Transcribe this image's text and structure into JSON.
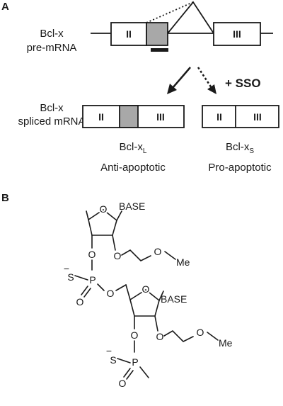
{
  "panel_a": {
    "label": "A",
    "pre_mrna_label_line1": "Bcl-x",
    "pre_mrna_label_line2": "pre-mRNA",
    "spliced_label_line1": "Bcl-x",
    "spliced_label_line2": "spliced mRNA",
    "exon_2": "II",
    "exon_3": "III",
    "sso_label": "+ SSO",
    "isoform_long": {
      "name": "Bcl-x",
      "subscript": "L",
      "function": "Anti-apoptotic"
    },
    "isoform_short": {
      "name": "Bcl-x",
      "subscript": "S",
      "function": "Pro-apoptotic"
    }
  },
  "panel_b": {
    "label": "B",
    "base_top": "BASE",
    "base_bottom": "BASE",
    "methyl_top": "Me",
    "methyl_bottom": "Me",
    "sulfur_top": "S",
    "sulfur_bottom": "S",
    "charge": "−",
    "oxygen": "O",
    "phosphorus": "P"
  },
  "colors": {
    "ink": "#1a1a1a",
    "alt_exon_fill": "#a8a8a8",
    "background": "#ffffff"
  }
}
